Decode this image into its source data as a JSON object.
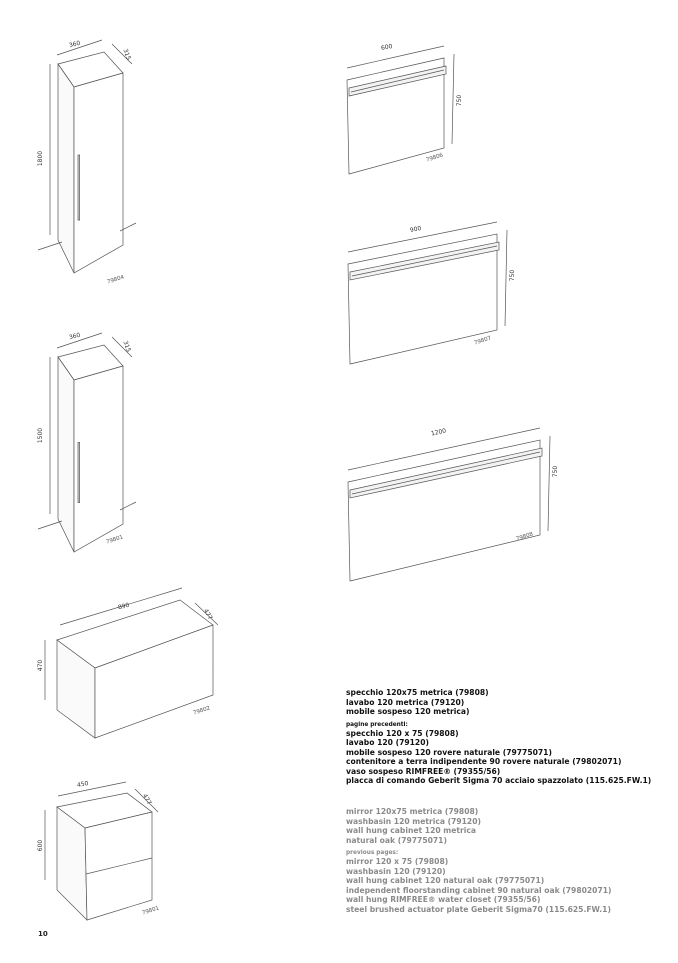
{
  "page_number": "10",
  "drawings": {
    "tall_cabinet_1800": {
      "width": "360",
      "depth": "315",
      "height": "1800",
      "code": "79804"
    },
    "tall_cabinet_1500": {
      "width": "360",
      "depth": "315",
      "height": "1500",
      "code": "79801"
    },
    "mirror_600": {
      "width": "600",
      "height": "750",
      "code": "79806"
    },
    "mirror_900": {
      "width": "900",
      "height": "750",
      "code": "79807"
    },
    "mirror_1200": {
      "width": "1200",
      "height": "750",
      "code": "79808"
    },
    "cabinet_890": {
      "width": "890",
      "depth": "477",
      "height": "470",
      "code": "79802"
    },
    "cabinet_450": {
      "width": "450",
      "depth": "477",
      "height": "600",
      "code": "79801"
    }
  },
  "italian": {
    "lines": [
      "specchio 120x75 metrica (79808)",
      "lavabo 120 metrica (79120)",
      "mobile sospeso 120 metrica)"
    ],
    "previous_label": "pagine precedenti:",
    "previous": [
      "specchio 120 x 75 (79808)",
      "lavabo 120 (79120)",
      "mobile sospeso 120 rovere naturale (79775071)",
      "contenitore a terra indipendente 90 rovere naturale (79802071)",
      "vaso sospeso RIMFREE® (79355/56)",
      "placca di comando Geberit Sigma 70 acciaio spazzolato (115.625.FW.1)"
    ]
  },
  "english": {
    "lines": [
      "mirror 120x75 metrica (79808)",
      "washbasin 120 metrica (79120)",
      "wall hung cabinet 120 metrica",
      "natural oak (79775071)"
    ],
    "previous_label": "previous pages:",
    "previous": [
      "mirror 120 x 75 (79808)",
      "washbasin 120 (79120)",
      "wall hung cabinet 120 natural oak (79775071)",
      "independent floorstanding cabinet 90 natural oak (79802071)",
      "wall hung RIMFREE® water closet (79355/56)",
      "steel brushed actuator plate Geberit Sigma70 (115.625.FW.1)"
    ]
  },
  "colors": {
    "line": "#555555",
    "text_it": "#111111",
    "text_en": "#8a8a8a"
  }
}
